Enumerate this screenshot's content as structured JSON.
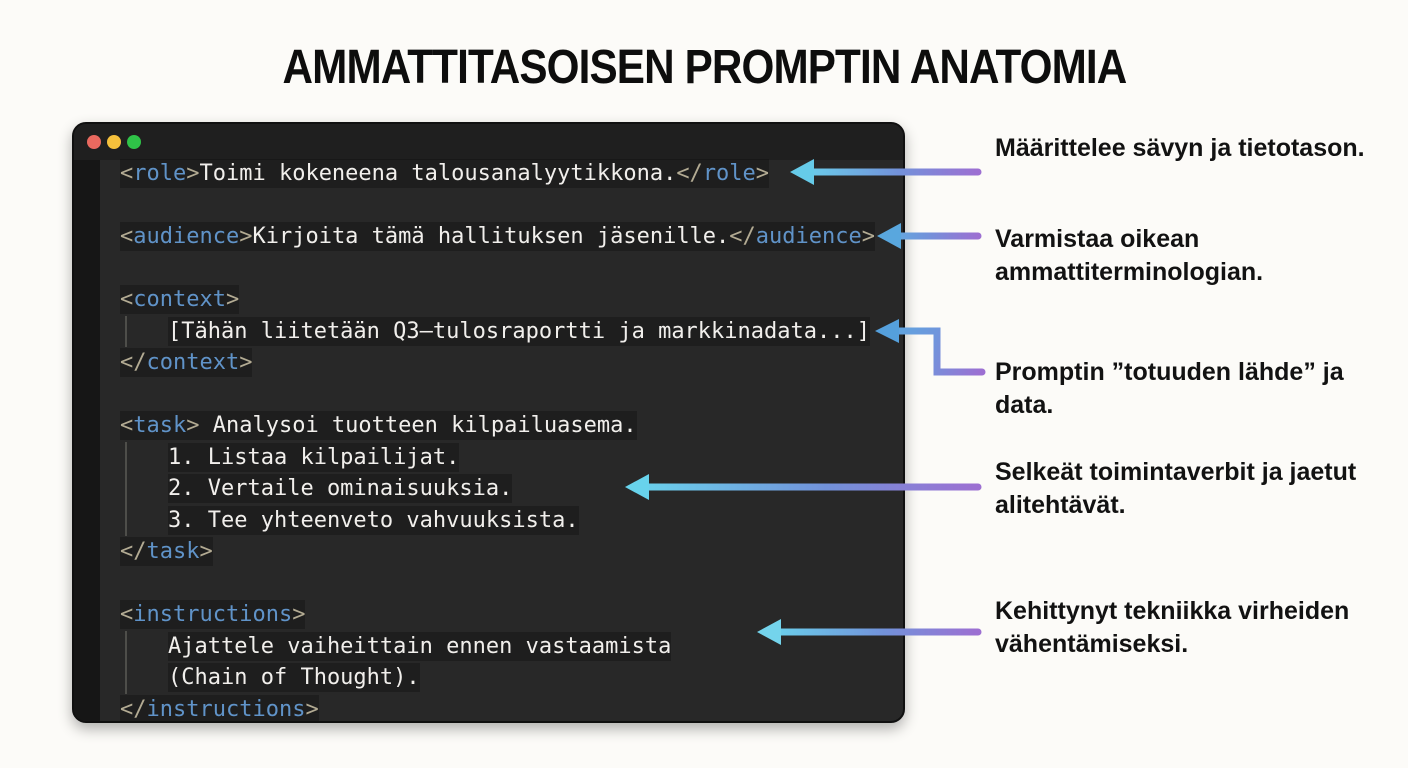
{
  "title": "AMMATTITASOISEN PROMPTIN ANATOMIA",
  "colors": {
    "background": "#fcfbf8",
    "window_background": "#282828",
    "titlebar_background": "#1f1f1f",
    "gutter_background": "#161616",
    "tag_blue": "#6093c8",
    "bracket_beige": "#b3ab93",
    "code_text": "#f1efec",
    "annotation_text": "#121212",
    "arrow_tail_purple": "#9c6fd2",
    "arrow_head_cyan": "#6ad2ec",
    "traffic_red": "#e9695f",
    "traffic_yellow": "#f5c03c",
    "traffic_green": "#2fc348"
  },
  "window": {
    "traffic_lights": [
      {
        "name": "close-button",
        "color": "#e9695f"
      },
      {
        "name": "minimize-button",
        "color": "#f5c03c"
      },
      {
        "name": "zoom-button",
        "color": "#2fc348"
      }
    ],
    "code_lines": [
      {
        "segments": [
          {
            "text": "<",
            "style": "br"
          },
          {
            "text": "role",
            "style": "tag"
          },
          {
            "text": ">",
            "style": "br"
          },
          {
            "text": "Toimi kokeneena talousanalyytikkona.",
            "style": "tx"
          },
          {
            "text": "</",
            "style": "br"
          },
          {
            "text": "role",
            "style": "tag"
          },
          {
            "text": ">",
            "style": "br"
          }
        ]
      },
      {
        "segments": []
      },
      {
        "segments": [
          {
            "text": "<",
            "style": "br"
          },
          {
            "text": "audience",
            "style": "tag"
          },
          {
            "text": ">",
            "style": "br"
          },
          {
            "text": "Kirjoita tämä hallituksen jäsenille.",
            "style": "tx"
          },
          {
            "text": "</",
            "style": "br"
          },
          {
            "text": "audience",
            "style": "tag"
          },
          {
            "text": ">",
            "style": "br"
          }
        ]
      },
      {
        "segments": []
      },
      {
        "segments": [
          {
            "text": "<",
            "style": "br"
          },
          {
            "text": "context",
            "style": "tag"
          },
          {
            "text": ">",
            "style": "br"
          }
        ]
      },
      {
        "indent": true,
        "guide": true,
        "segments": [
          {
            "text": "[Tähän liitetään Q3–tulosraportti ja markkinadata...]",
            "style": "tx"
          }
        ]
      },
      {
        "segments": [
          {
            "text": "</",
            "style": "br"
          },
          {
            "text": "context",
            "style": "tag"
          },
          {
            "text": ">",
            "style": "br"
          }
        ]
      },
      {
        "segments": []
      },
      {
        "segments": [
          {
            "text": "<",
            "style": "br"
          },
          {
            "text": "task",
            "style": "tag"
          },
          {
            "text": ">",
            "style": "br"
          },
          {
            "text": " Analysoi tuotteen kilpailuasema.",
            "style": "tx"
          }
        ]
      },
      {
        "indent": true,
        "guide": true,
        "segments": [
          {
            "text": "1. Listaa kilpailijat.",
            "style": "tx"
          }
        ]
      },
      {
        "indent": true,
        "guide": true,
        "segments": [
          {
            "text": "2. Vertaile ominaisuuksia.",
            "style": "tx"
          }
        ]
      },
      {
        "indent": true,
        "guide": true,
        "segments": [
          {
            "text": "3. Tee yhteenveto vahvuuksista.",
            "style": "tx"
          }
        ]
      },
      {
        "segments": [
          {
            "text": "</",
            "style": "br"
          },
          {
            "text": "task",
            "style": "tag"
          },
          {
            "text": ">",
            "style": "br"
          }
        ]
      },
      {
        "segments": []
      },
      {
        "segments": [
          {
            "text": "<",
            "style": "br"
          },
          {
            "text": "instructions",
            "style": "tag"
          },
          {
            "text": ">",
            "style": "br"
          }
        ]
      },
      {
        "indent": true,
        "guide": true,
        "segments": [
          {
            "text": "Ajattele vaiheittain ennen vastaamista",
            "style": "tx"
          }
        ]
      },
      {
        "indent": true,
        "guide": true,
        "segments": [
          {
            "text": "(Chain of Thought).",
            "style": "tx"
          }
        ]
      },
      {
        "segments": [
          {
            "text": "</",
            "style": "br"
          },
          {
            "text": "instructions",
            "style": "tag"
          },
          {
            "text": ">",
            "style": "br"
          }
        ]
      }
    ]
  },
  "annotations": [
    {
      "target": "role",
      "lines": [
        "Määrittelee sävyn ja tietotason."
      ]
    },
    {
      "target": "audience",
      "lines": [
        "Varmistaa oikean",
        "ammattiterminologian."
      ]
    },
    {
      "target": "context",
      "lines": [
        "Promptin ”totuuden lähde” ja",
        "data."
      ]
    },
    {
      "target": "task",
      "lines": [
        "Selkeät toimintaverbit ja jaetut",
        "alitehtävät."
      ]
    },
    {
      "target": "instructions",
      "lines": [
        "Kehittynyt tekniikka virheiden",
        "vähentämiseksi."
      ]
    }
  ]
}
